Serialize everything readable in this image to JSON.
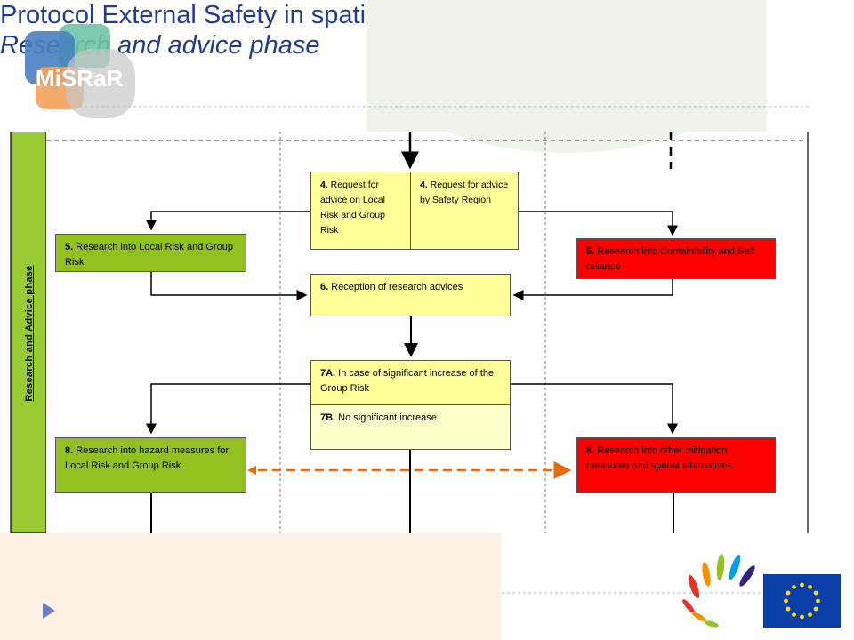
{
  "header": {
    "logo_text": "MiSRaR",
    "title": "Protocol External Safety in spatial development",
    "subtitle": "Research and advice phase"
  },
  "swimlane": {
    "label": "Research and Advice phase"
  },
  "boxes": {
    "request_local": {
      "num": "4.",
      "text": " Request for advice on Local Risk and Group Risk"
    },
    "request_safety": {
      "num": "4.",
      "text": " Request for advice by Safety Region"
    },
    "research_local": {
      "num": "5.",
      "text": " Research into Local Risk and Group Risk"
    },
    "research_contain": {
      "num": "5.",
      "text": " Research into Containibility and Self reliance"
    },
    "reception": {
      "num": "6.",
      "text": " Reception of research advices"
    },
    "case_7a": {
      "num": "7A.",
      "text": " In case of significant increase of the Group Risk"
    },
    "case_7b": {
      "num": "7B.",
      "text": " No significant increase"
    },
    "research_hazard": {
      "num": "8.",
      "text": " Research into hazard measures for Local Risk and Group Risk"
    },
    "research_mitigation": {
      "num": "8.",
      "text": " Research into other mitigation measures and spatial alternatives"
    }
  },
  "colors": {
    "title": "#1f3c8f",
    "green": "#92c01e",
    "red": "#ff0000",
    "yellow": "#ffff99",
    "dashed_orange": "#e46c0a"
  },
  "icons": [
    "misrar-logo",
    "eu-flag-icon",
    "brush-stroke-logo-icon",
    "next-arrow-icon"
  ]
}
